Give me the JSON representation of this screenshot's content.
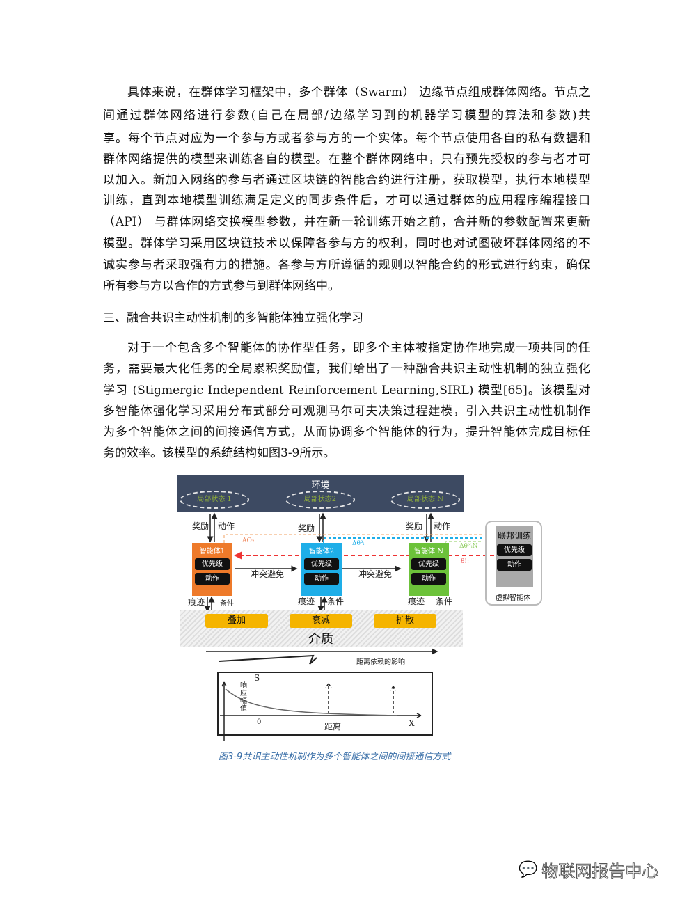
{
  "paragraph1": [
    "具体来说，在群体学习框架中，多个群体（Swarm） 边缘节点组成群体网络。节点之",
    "间通过群体网络进行参数(自己在局部/边缘学习到的机器学习模型的算法和参数)共",
    "享。每个节点对应为一个参与方或者参与方的一个实体。每个节点使用各自的私有数据和",
    "群体网络提供的模型来训练各自的模型。在整个群体网络中，只有预先授权的参与者才可",
    "以加入。新加入网络的参与者通过区块链的智能合约进行注册，获取模型，执行本地模型",
    "训练，直到本地模型训练满足定义的同步条件后，才可以通过群体的应用程序编程接口",
    "（API） 与群体网络交换模型参数，并在新一轮训练开始之前，合并新的参数配置来更新",
    "模型。群体学习采用区块链技术以保障各参与方的权利，同时也对试图破坏群体网络的不",
    "诚实参与者采取强有力的措施。各参与方所遵循的规则以智能合约的形式进行约束，确保",
    "所有参与方以合作的方式参与到群体网络中。"
  ],
  "heading": "三、融合共识主动性机制的多智能体独立强化学习",
  "paragraph2": [
    "对于一个包含多个智能体的协作型任务，即多个主体被指定协作地完成一项共同的任",
    "务，需要最大化任务的全局累积奖励值，我们给出了一种融合共识主动性机制的独立强化",
    "学习 (Stigmergic Independent Reinforcement Learning,SIRL) 模型[65]。该模型对",
    "多智能体强化学习采用分布式部分可观测马尔可夫决策过程建模，引入共识主动性机制作",
    "为多个智能体之间的间接通信方式，从而协调多个智能体的行为，提升智能体完成目标任",
    "务的效率。该模型的系统结构如图3-9所示。"
  ],
  "diagram": {
    "environment": "环境",
    "local_states": [
      "局部状态 1",
      "局部状态2",
      "局部状态 N"
    ],
    "reward": "奖励",
    "action": "动作",
    "agents": [
      {
        "name": "智能体1",
        "color": "#ee7a2a"
      },
      {
        "name": "智能体2",
        "color": "#1eaee8"
      },
      {
        "name": "智能体 N",
        "color": "#6cc23a"
      }
    ],
    "priority": "优先级",
    "delta1": "AO₂",
    "delta2": "Δθ²ᵢ",
    "delta3": "ΔθᴺᵢN",
    "theta": "θ!:",
    "conflict": "冲突避免",
    "federated": "联邦训练",
    "virtual_agent": "虚拟智能体",
    "trace": "痕迹",
    "condition": "条件",
    "ops": [
      "叠加",
      "衰减",
      "扩散"
    ],
    "medium": "介质",
    "distance_effect": "距离依赖的影响",
    "plot": {
      "y_axis": "S",
      "x_axis": "X",
      "origin": "0",
      "ylabel": "响应幅值",
      "xlabel": "距离"
    }
  },
  "caption": "图3-9共识主动性机制作为多个智能体之间的间接通信方式",
  "watermark": "物联网报告中心"
}
